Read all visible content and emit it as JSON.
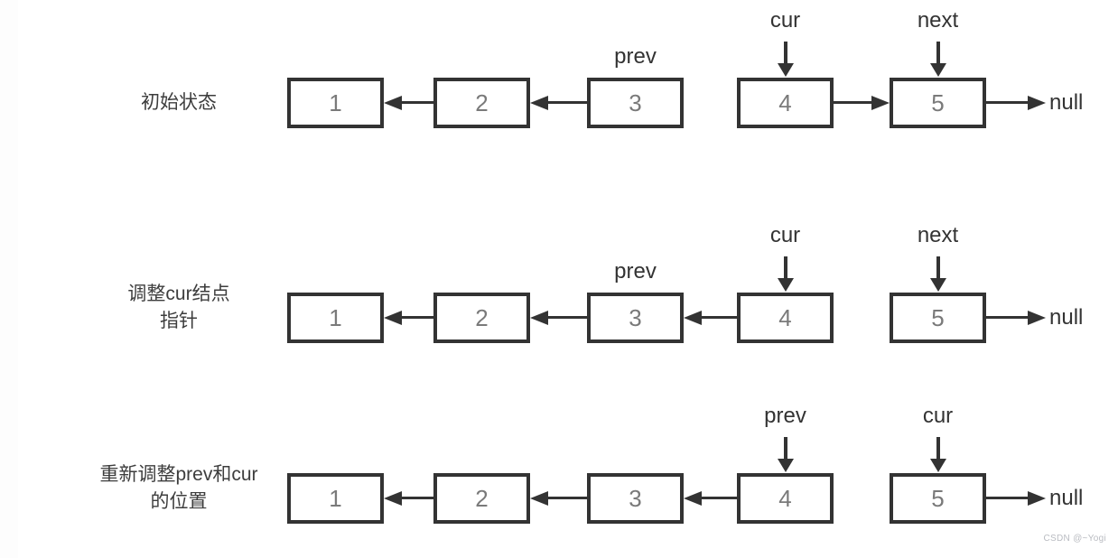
{
  "page": {
    "watermark": "CSDN @~Yogi"
  },
  "colors": {
    "box_border": "#333333",
    "arrow": "#333333",
    "node_value": "#7a7a7a",
    "caption": "#3d3d3d",
    "pointer": "#333333",
    "watermark": "#b9bbc1"
  },
  "diagram": {
    "type": "linked-list-reversal-steps",
    "rows": [
      {
        "caption_lines": [
          "初始状态"
        ],
        "nodes": [
          "1",
          "2",
          "3",
          "4",
          "5"
        ],
        "left_links": [
          [
            1,
            0
          ],
          [
            2,
            1
          ]
        ],
        "right_links": [
          [
            3,
            4
          ]
        ],
        "tail": {
          "from": 4,
          "label": "null"
        },
        "pointers": [
          {
            "name": "prev",
            "node": 2,
            "arrow": false
          },
          {
            "name": "cur",
            "node": 3,
            "arrow": true
          },
          {
            "name": "next",
            "node": 4,
            "arrow": true
          }
        ]
      },
      {
        "caption_lines": [
          "调整cur结点",
          "指针"
        ],
        "nodes": [
          "1",
          "2",
          "3",
          "4",
          "5"
        ],
        "left_links": [
          [
            1,
            0
          ],
          [
            2,
            1
          ],
          [
            3,
            2
          ]
        ],
        "right_links": [],
        "tail": {
          "from": 4,
          "label": "null"
        },
        "pointers": [
          {
            "name": "prev",
            "node": 2,
            "arrow": false
          },
          {
            "name": "cur",
            "node": 3,
            "arrow": true
          },
          {
            "name": "next",
            "node": 4,
            "arrow": true
          }
        ]
      },
      {
        "caption_lines": [
          "重新调整prev和cur",
          "的位置"
        ],
        "nodes": [
          "1",
          "2",
          "3",
          "4",
          "5"
        ],
        "left_links": [
          [
            1,
            0
          ],
          [
            2,
            1
          ],
          [
            3,
            2
          ]
        ],
        "right_links": [],
        "tail": {
          "from": 4,
          "label": "null"
        },
        "pointers": [
          {
            "name": "prev",
            "node": 3,
            "arrow": true
          },
          {
            "name": "cur",
            "node": 4,
            "arrow": true
          }
        ]
      }
    ]
  }
}
